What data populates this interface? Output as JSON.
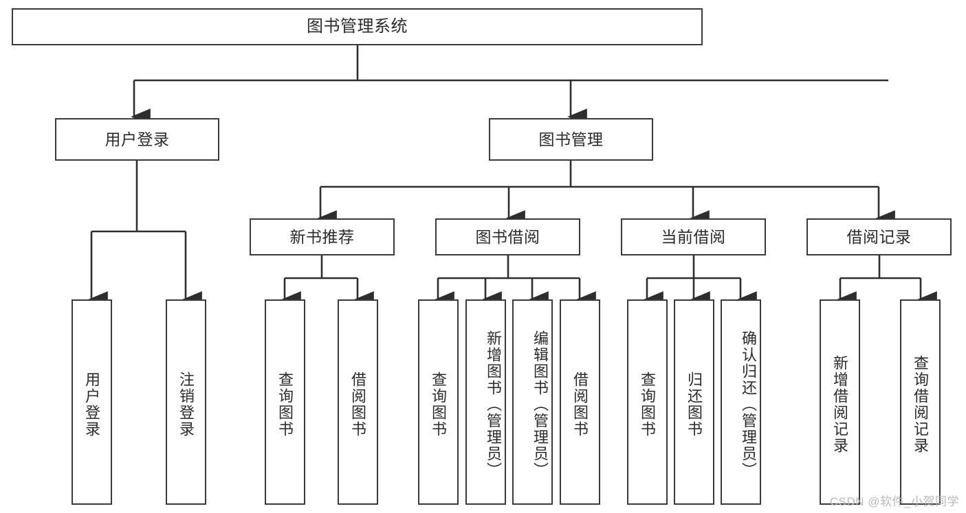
{
  "diagram": {
    "title": "图书管理系统",
    "type": "tree-hierarchy",
    "line_color": "#3a3a3a",
    "text_color": "#2b2b2b",
    "background": "#ffffff",
    "watermark": "CSDN @软件_小贺同学"
  },
  "nodes": {
    "root": {
      "label": "图书管理系统"
    },
    "level2": [
      {
        "label": "用户登录"
      },
      {
        "label": "图书管理"
      }
    ],
    "level3": [
      {
        "label": "新书推荐"
      },
      {
        "label": "图书借阅"
      },
      {
        "label": "当前借阅"
      },
      {
        "label": "借阅记录"
      }
    ],
    "leaves_user_login": [
      {
        "label": "用户登录"
      },
      {
        "label": "注销登录"
      }
    ],
    "leaves_new_book": [
      {
        "label": "查询图书"
      },
      {
        "label": "借阅图书"
      }
    ],
    "leaves_borrow": [
      {
        "label": "查询图书"
      },
      {
        "label": "新增图书（管理员）"
      },
      {
        "label": "编辑图书（管理员）"
      },
      {
        "label": "借阅图书"
      }
    ],
    "leaves_current": [
      {
        "label": "查询图书"
      },
      {
        "label": "归还图书"
      },
      {
        "label": "确认归还（管理员）"
      }
    ],
    "leaves_records": [
      {
        "label": "新增借阅记录"
      },
      {
        "label": "查询借阅记录"
      }
    ]
  }
}
